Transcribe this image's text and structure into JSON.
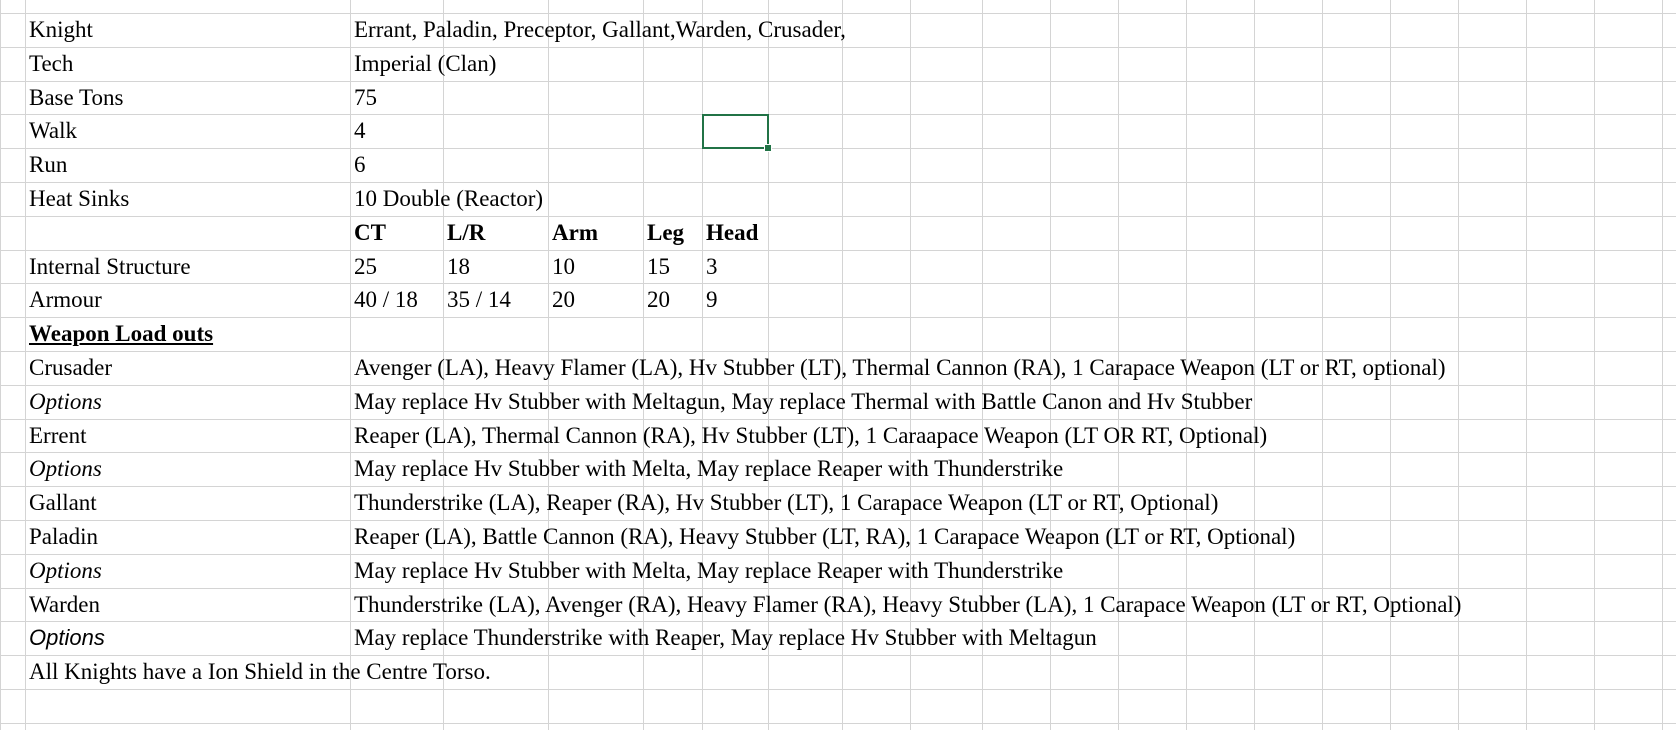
{
  "colors": {
    "grid": "#d4d4d4",
    "selection": "#217346",
    "background": "#ffffff"
  },
  "rows": [
    {
      "cells": [
        "Knight",
        "Errant, Paladin, Preceptor, Gallant,Warden, Crusader,"
      ]
    },
    {
      "cells": [
        "Tech",
        "Imperial (Clan)"
      ]
    },
    {
      "cells": [
        "Base Tons",
        "75"
      ]
    },
    {
      "cells": [
        "Walk",
        "4"
      ]
    },
    {
      "cells": [
        "Run",
        "6"
      ]
    },
    {
      "cells": [
        "Heat Sinks",
        "10 Double (Reactor)"
      ]
    },
    {
      "cells": [
        "",
        "CT",
        "L/R",
        "Arm",
        "Leg",
        "Head"
      ]
    },
    {
      "cells": [
        "Internal Structure",
        "25",
        "18",
        "10",
        "15",
        "3"
      ]
    },
    {
      "cells": [
        "Armour",
        "40 / 18",
        "35 / 14",
        "20",
        "20",
        "9"
      ]
    },
    {
      "cells": [
        "Weapon Load outs",
        ""
      ]
    },
    {
      "cells": [
        "Crusader",
        "Avenger (LA), Heavy Flamer (LA), Hv Stubber (LT), Thermal Cannon (RA),   1 Carapace Weapon (LT or RT, optional)"
      ]
    },
    {
      "cells": [
        "Options",
        "May replace Hv Stubber with Meltagun, May replace Thermal with Battle Canon and Hv Stubber"
      ]
    },
    {
      "cells": [
        "Errent",
        "Reaper (LA), Thermal Cannon (RA), Hv Stubber (LT), 1 Caraapace Weapon (LT OR RT, Optional)"
      ]
    },
    {
      "cells": [
        "Options",
        "May replace Hv Stubber with Melta, May replace Reaper with Thunderstrike"
      ]
    },
    {
      "cells": [
        "Gallant",
        "Thunderstrike (LA), Reaper (RA), Hv Stubber (LT), 1 Carapace Weapon (LT or RT, Optional)"
      ]
    },
    {
      "cells": [
        "Paladin",
        "Reaper (LA), Battle Cannon (RA), Heavy Stubber (LT, RA), 1 Carapace Weapon (LT or RT, Optional)"
      ]
    },
    {
      "cells": [
        "Options",
        "May replace Hv Stubber with Melta, May replace Reaper with Thunderstrike"
      ]
    },
    {
      "cells": [
        "Warden",
        "Thunderstrike (LA), Avenger (RA), Heavy Flamer (RA), Heavy Stubber (LA), 1 Carapace Weapon (LT or RT, Optional)"
      ]
    },
    {
      "cells": [
        "Options",
        "May replace Thunderstrike with Reaper, May replace Hv Stubber with Meltagun"
      ]
    },
    {
      "cells": [
        "All Knights have a Ion Shield in the Centre Torso."
      ]
    }
  ]
}
